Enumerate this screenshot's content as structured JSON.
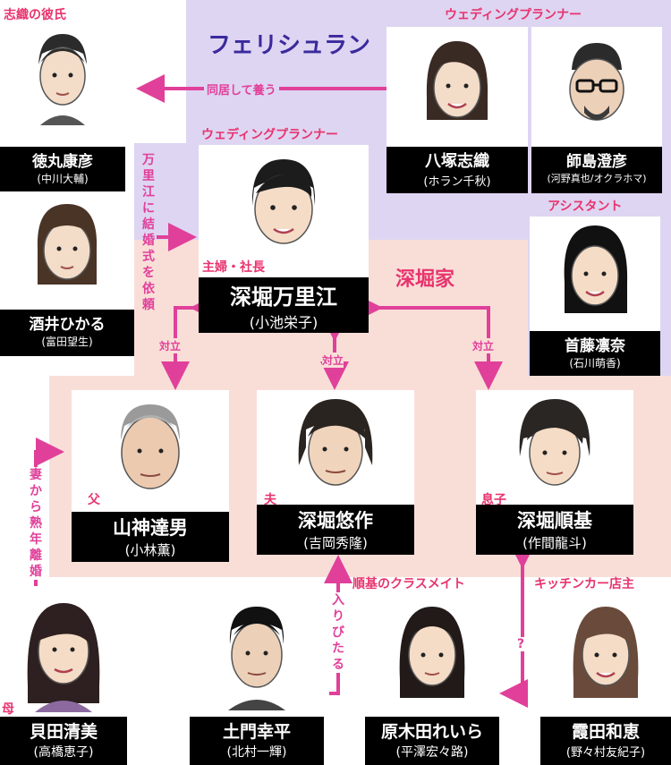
{
  "title": "フェリシュラン",
  "family_label": "深堀家",
  "colors": {
    "pink": "#e0409a",
    "lavender": "#ded5f2",
    "peach": "#f9ded8",
    "label": "#e8336e",
    "title": "#3a2a9c"
  },
  "people": {
    "tokumaru": {
      "role": "志織の彼氏",
      "name": "徳丸康彦",
      "actor": "(中川大輔)"
    },
    "sakai": {
      "name": "酒井ひかる",
      "actor": "(富田望生)"
    },
    "yatsuka": {
      "role": "ウェディングプランナー",
      "name": "八塚志織",
      "actor": "(ホラン千秋)"
    },
    "shijima": {
      "name": "師島澄彦",
      "actor": "(河野真也/オクラホマ)"
    },
    "marie": {
      "role": "ウェディングプランナー",
      "tag": "主婦・社長",
      "name": "深堀万里江",
      "actor": "(小池栄子)"
    },
    "shuto": {
      "role": "アシスタント",
      "name": "首藤凛奈",
      "actor": "(石川萌香)"
    },
    "yamagami": {
      "tag": "父",
      "name": "山神達男",
      "actor": "(小林薫)"
    },
    "yusaku": {
      "tag": "夫",
      "name": "深堀悠作",
      "actor": "(吉岡秀隆)"
    },
    "junki": {
      "tag": "息子",
      "name": "深堀順基",
      "actor": "(作間龍斗)"
    },
    "kaida": {
      "tag": "母",
      "name": "貝田清美",
      "actor": "(高橋恵子)"
    },
    "domon": {
      "name": "土門幸平",
      "actor": "(北村一輝)"
    },
    "haraki": {
      "role": "順基のクラスメイト",
      "name": "原木田れいら",
      "actor": "(平澤宏々路)"
    },
    "kasumida": {
      "role": "キッチンカー店主",
      "name": "霞田和恵",
      "actor": "(野々村友紀子)"
    }
  },
  "relations": {
    "live_together": "同居して養う",
    "wedding_request": "万里江に結婚式を依頼",
    "conflict_left": "対立",
    "conflict_mid": "対立",
    "conflict_right": "対立",
    "divorce": "妻から熟年離婚",
    "frequent": "入りびたる",
    "unknown": "?"
  }
}
